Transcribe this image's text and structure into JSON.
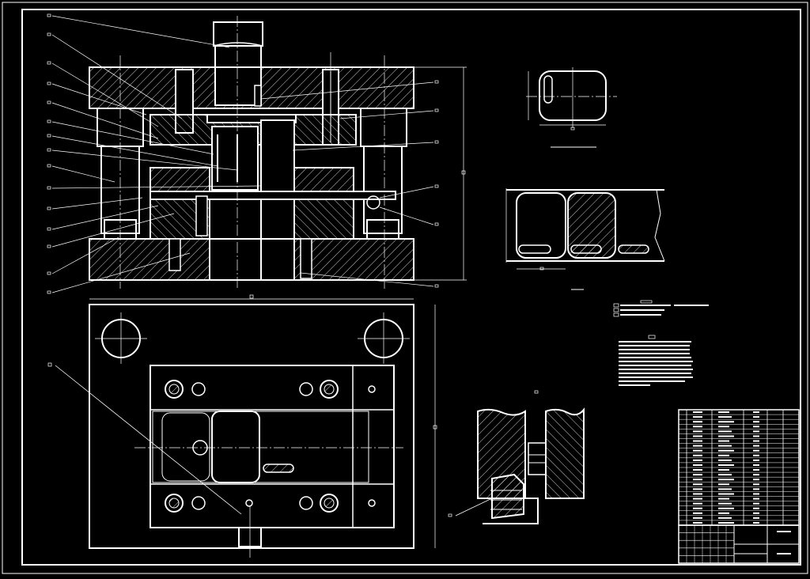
{
  "drawing": {
    "background": "#000000",
    "line_color": "#ffffff",
    "accent_color": "#ffff00",
    "callout_count_left": 16,
    "callout_count_right": 6,
    "bom_rows": 24,
    "title_block_rows": 5
  }
}
